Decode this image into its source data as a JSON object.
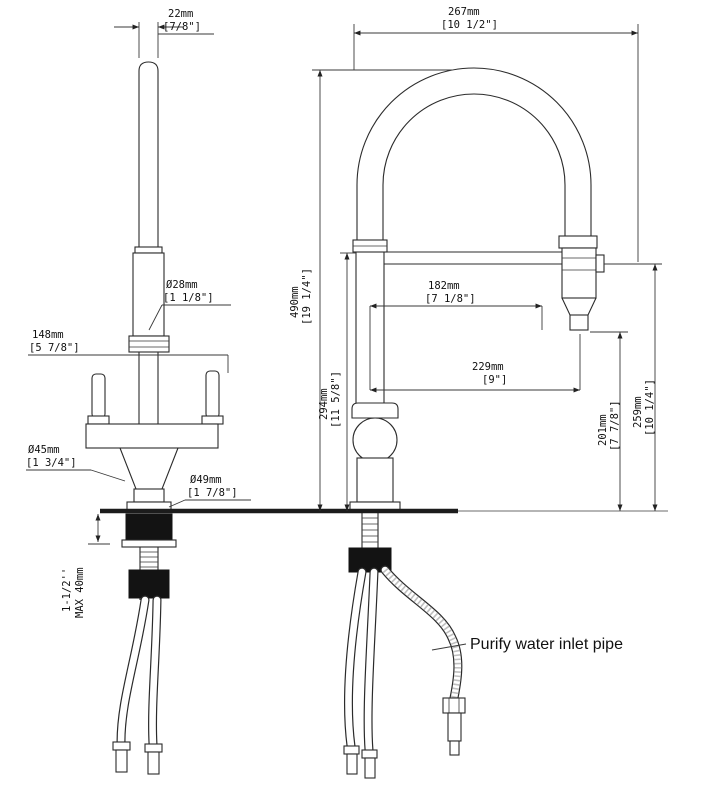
{
  "drawing": {
    "spout_width": {
      "mm": "22mm",
      "inch": "[7/8\"]"
    },
    "top_reach": {
      "mm": "267mm",
      "inch": "[10 1/2\"]"
    },
    "upper_pipe_diameter": {
      "mm": "Ø28mm",
      "inch": "[1 1/8\"]"
    },
    "side_spout_reach": {
      "mm": "148mm",
      "inch": "[5 7/8\"]"
    },
    "body_diameter": {
      "mm": "Ø45mm",
      "inch": "[1 3/4\"]"
    },
    "base_diameter": {
      "mm": "Ø49mm",
      "inch": "[1 7/8\"]"
    },
    "overall_height": {
      "mm": "490mm",
      "inch": "[19 1/4\"]"
    },
    "spout_pipe_height": {
      "mm": "294mm",
      "inch": "[11 5/8\"]"
    },
    "head_offset": {
      "mm": "182mm",
      "inch": "[7 1/8\"]"
    },
    "spout_reach": {
      "mm": "229mm",
      "inch": "[9\"]"
    },
    "outlet_height": {
      "mm": "201mm",
      "inch": "[7 7/8\"]"
    },
    "head_height": {
      "mm": "259mm",
      "inch": "[10 1/4\"]"
    },
    "deck_thickness": {
      "line1": "1-1/2''",
      "line2": "MAX 40mm"
    },
    "purify_label": "Purify water inlet pipe"
  }
}
